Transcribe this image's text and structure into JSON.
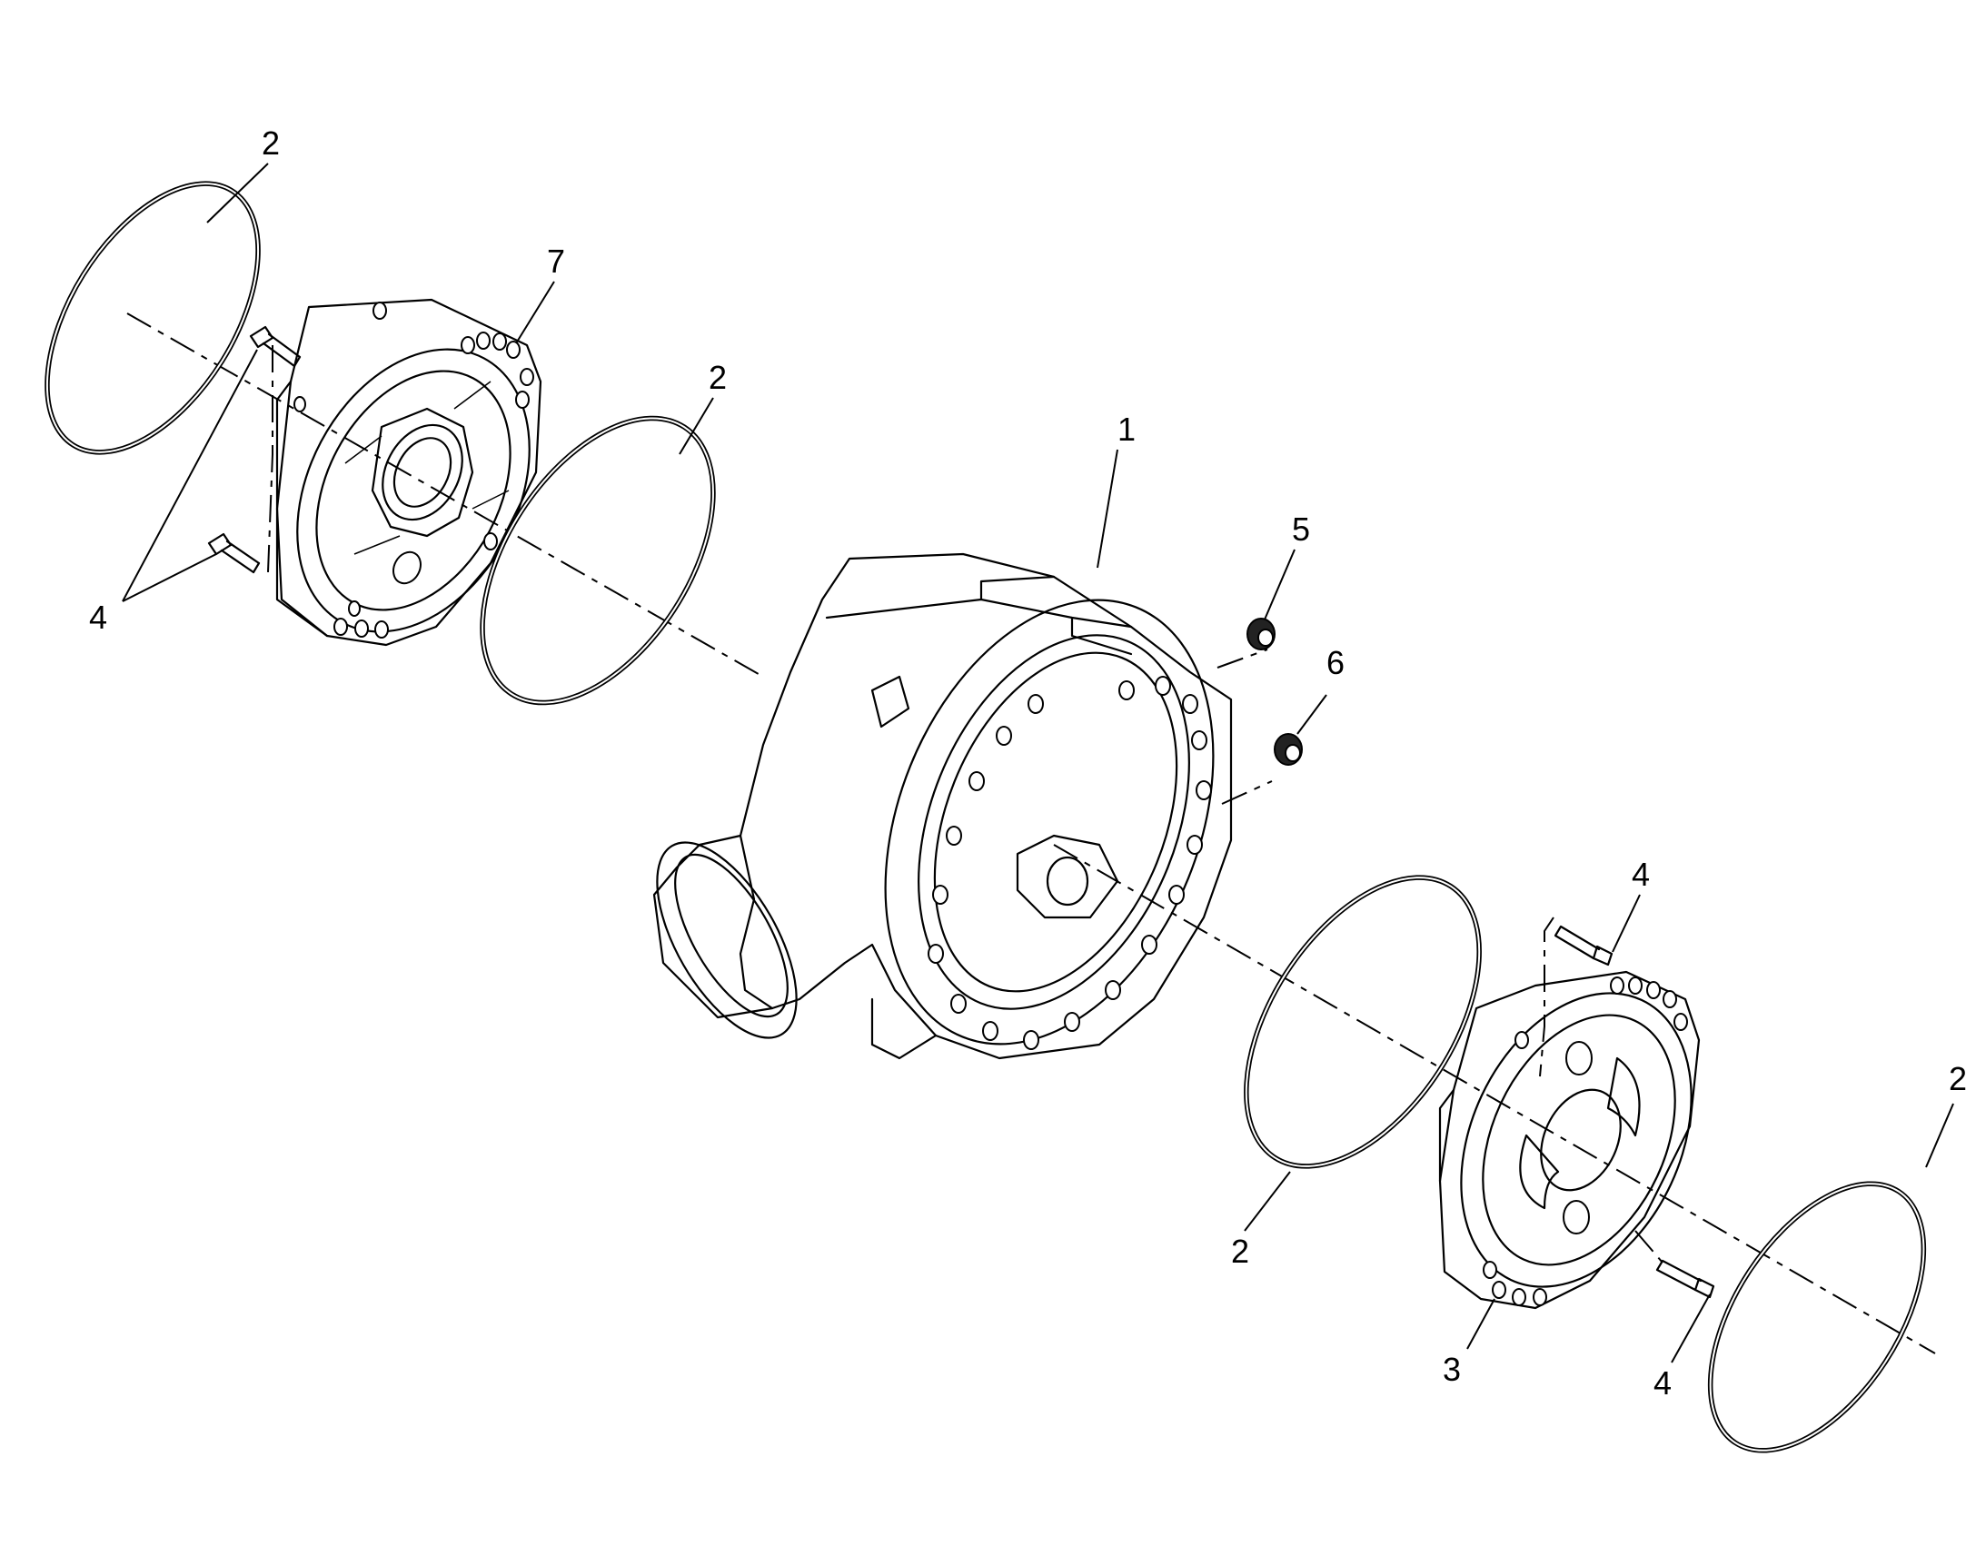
{
  "callouts": [
    {
      "id": "ring-top-left",
      "label": "2"
    },
    {
      "id": "cover-left",
      "label": "7"
    },
    {
      "id": "ring-mid-left",
      "label": "2"
    },
    {
      "id": "housing",
      "label": "1"
    },
    {
      "id": "plug-upper",
      "label": "5"
    },
    {
      "id": "plug-lower",
      "label": "6"
    },
    {
      "id": "bolts-left",
      "label": "4"
    },
    {
      "id": "bolt-right-upper",
      "label": "4"
    },
    {
      "id": "ring-right-front",
      "label": "2"
    },
    {
      "id": "ring-far-right",
      "label": "2"
    },
    {
      "id": "cover-right",
      "label": "3"
    },
    {
      "id": "bolt-right-lower",
      "label": "4"
    }
  ]
}
